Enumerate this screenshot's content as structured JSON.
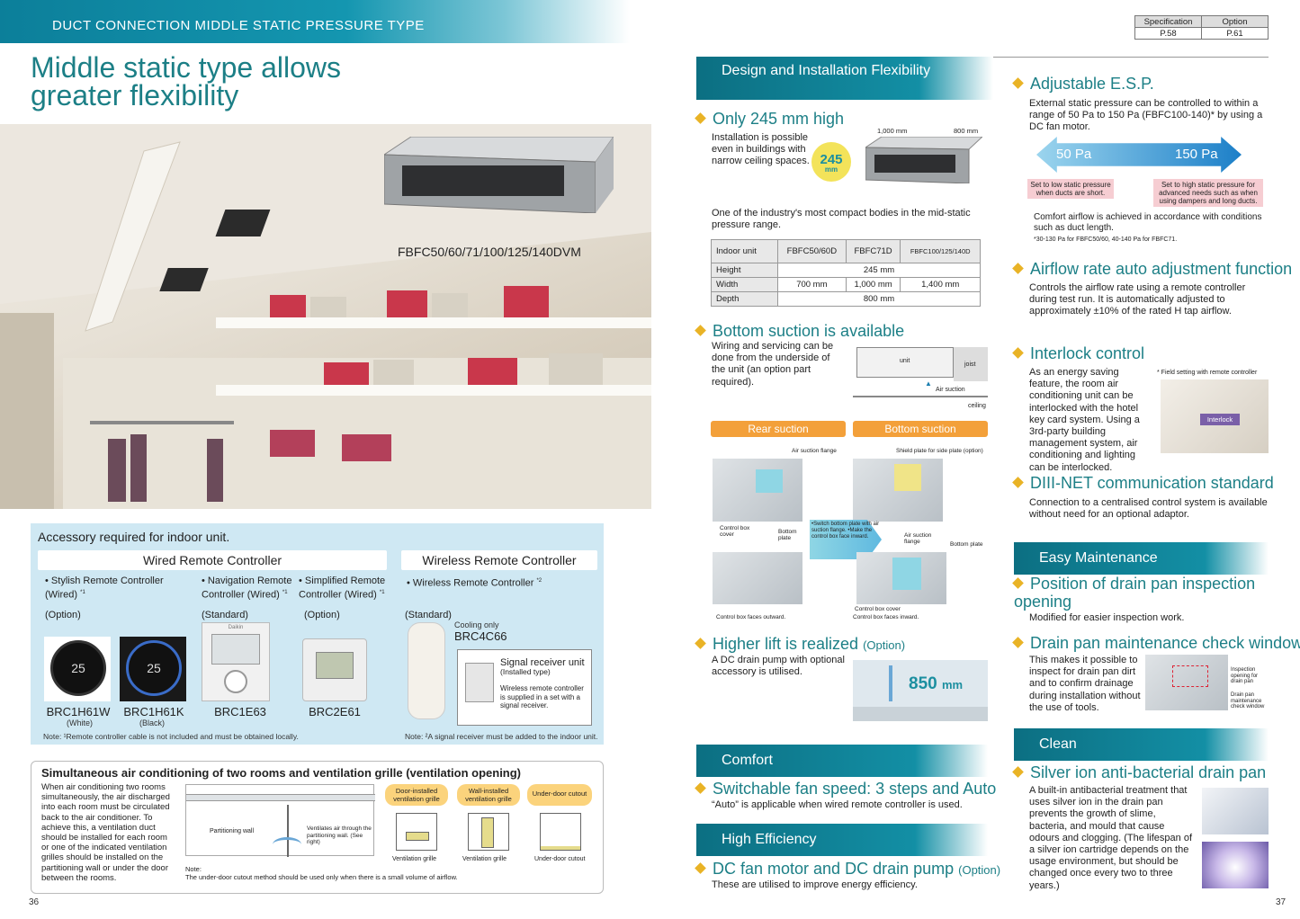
{
  "header": {
    "band": "DUCT CONNECTION MIDDLE STATIC PRESSURE TYPE",
    "title": "Middle static type allows greater flexibility",
    "model": "FBFC50/60/71/100/125/140DVM"
  },
  "spec_table": {
    "h1": "Specification",
    "h2": "Option",
    "v1": "P.58",
    "v2": "P.61"
  },
  "accessory": {
    "title": "Accessory required for indoor unit.",
    "wired_header": "Wired Remote Controller",
    "wireless_header": "Wireless Remote Controller",
    "items": [
      {
        "name": "Stylish Remote Controller (Wired)",
        "sup": "*1",
        "type": "(Option)"
      },
      {
        "name": "Navigation Remote Controller (Wired)",
        "sup": "*1",
        "type": "(Standard)"
      },
      {
        "name": "Simplified Remote Controller (Wired)",
        "sup": "*1",
        "type": "(Option)"
      },
      {
        "name": "Wireless Remote Controller",
        "sup": "*2",
        "type": "(Standard)"
      }
    ],
    "cooling_only": "Cooling only",
    "wireless_model": "BRC4C66",
    "signal_title": "Signal receiver unit",
    "signal_sub": "(Installed type)",
    "signal_note": "Wireless remote controller is supplied in a set with a signal receiver.",
    "models": [
      "BRC1H61W",
      "BRC1H61K",
      "BRC1E63",
      "BRC2E61"
    ],
    "colors": [
      "(White)",
      "(Black)"
    ],
    "display_value": "25",
    "brand": "Daikin",
    "note1": "Note: ¹Remote controller cable is not included and must be obtained locally.",
    "note2": "Note: ²A signal receiver must be added to the indoor unit."
  },
  "simultaneous": {
    "title": "Simultaneous air conditioning of two rooms and ventilation grille (ventilation opening)",
    "text": "When air conditioning two rooms simultaneously, the air discharged into each room must be circulated back to the air conditioner. To achieve this, a ventilation duct should be installed for each room or one of the indicated ventilation grilles should be installed on the partitioning wall or under the door between the rooms.",
    "partition": "Partitioning wall",
    "ventilates": "Ventilates air through the partitioning wall. (See right)",
    "options": [
      "Door-installed ventilation grille",
      "Wall-installed ventilation grille",
      "Under-door cutout"
    ],
    "captions": [
      "Ventilation grille",
      "Ventilation grille",
      "Under-door cutout"
    ],
    "note": "Note:",
    "note_text": "The under-door cutout method should be used only when there is a small volume of airflow."
  },
  "design": {
    "bar": "Design and Installation Flexibility",
    "f1": "Only 245 mm high",
    "f1_text": "Installation is possible even in buildings with narrow ceiling spaces.",
    "badge_num": "245",
    "badge_unit": "mm",
    "dim1": "1,000 mm",
    "dim2": "800 mm",
    "f1_text2": "One of the industry's most compact bodies in the mid-static pressure range.",
    "table": {
      "head": [
        "Indoor unit",
        "FBFC50/60D",
        "FBFC71D",
        "FBFC100/125/140D"
      ],
      "rows": [
        [
          "Height",
          "245 mm"
        ],
        [
          "Width",
          "700 mm",
          "1,000 mm",
          "1,400 mm"
        ],
        [
          "Depth",
          "800 mm"
        ]
      ]
    },
    "f2": "Bottom suction is available",
    "f2_text": "Wiring and servicing can be done from the underside of the unit (an option part required).",
    "unit": "unit",
    "joist": "joist",
    "air_suction": "Air suction",
    "ceiling": "ceiling",
    "rear": "Rear suction",
    "bottom": "Bottom suction",
    "lbl_flange": "Air suction flange",
    "lbl_shield": "Shield plate for side plate (option)",
    "lbl_cbcover": "Control box cover",
    "lbl_bplate": "Bottom plate",
    "lbl_switch": "•Switch bottom plate with air suction flange. •Make the control box face inward.",
    "lbl_asflange": "Air suction flange",
    "lbl_bplate2": "Bottom plate",
    "lbl_out": "Control box faces outward.",
    "lbl_cbcover2": "Control box cover",
    "lbl_in": "Control box faces inward.",
    "f3": "Higher lift is realized",
    "f3_opt": "(Option)",
    "f3_text": "A DC drain pump with optional accessory is utilised.",
    "lift_num": "850",
    "lift_unit": "mm"
  },
  "comfort": {
    "bar": "Comfort",
    "f": "Switchable fan speed: 3 steps and Auto",
    "text": "“Auto” is applicable when wired remote controller is used."
  },
  "efficiency": {
    "bar": "High Efficiency",
    "f": "DC fan motor and DC drain pump",
    "opt": "(Option)",
    "text": "These are utilised to improve energy efficiency."
  },
  "right": {
    "esp": "Adjustable E.S.P.",
    "esp_text": "External static pressure can be controlled to within a range of 50 Pa to 150 Pa (FBFC100-140)* by using a DC fan motor.",
    "pa_low": "50 Pa",
    "pa_high": "150 Pa",
    "low_note": "Set to low static pressure when ducts are short.",
    "high_note": "Set to high static pressure for advanced needs such as when using dampers and long ducts.",
    "esp_text2": "Comfort airflow is achieved in accordance with conditions such as duct length.",
    "esp_foot": "*30-130 Pa for FBFC50/60, 40-140 Pa for FBFC71.",
    "airflow": "Airflow rate auto adjustment function",
    "airflow_text": "Controls the airflow rate using a remote controller during test run. It is automatically adjusted to approximately ±10% of the rated H tap airflow.",
    "interlock": "Interlock control",
    "interlock_text": "As an energy saving feature, the room air conditioning unit can be interlocked with the hotel key card system. Using a 3rd-party building management system, air conditioning and lighting can be interlocked.",
    "interlock_note": "* Field setting with remote controller",
    "interlock_tag": "Interlock",
    "diii": "DIII-NET communication standard",
    "diii_text": "Connection to a centralised control system is available without need for an optional adaptor.",
    "maint_bar": "Easy Maintenance",
    "drain_pos": "Position of drain pan inspection opening",
    "drain_pos_text": "Modified for easier inspection work.",
    "drain_win": "Drain pan maintenance check window",
    "drain_win_text": "This makes it possible to inspect for drain pan dirt and to confirm drainage during installation without the use of tools.",
    "lbl_insp": "Inspection opening for drain pan",
    "lbl_check": "Drain pan maintenance check window",
    "clean_bar": "Clean",
    "silver": "Silver ion anti-bacterial drain pan",
    "silver_text": "A built-in antibacterial treatment that uses silver ion in the drain pan prevents the growth of slime, bacteria, and mould that cause odours and clogging. (The lifespan of a silver ion cartridge depends on the usage environment, but should be changed once every two to three years.)"
  },
  "pages": {
    "left": "36",
    "right": "37"
  }
}
